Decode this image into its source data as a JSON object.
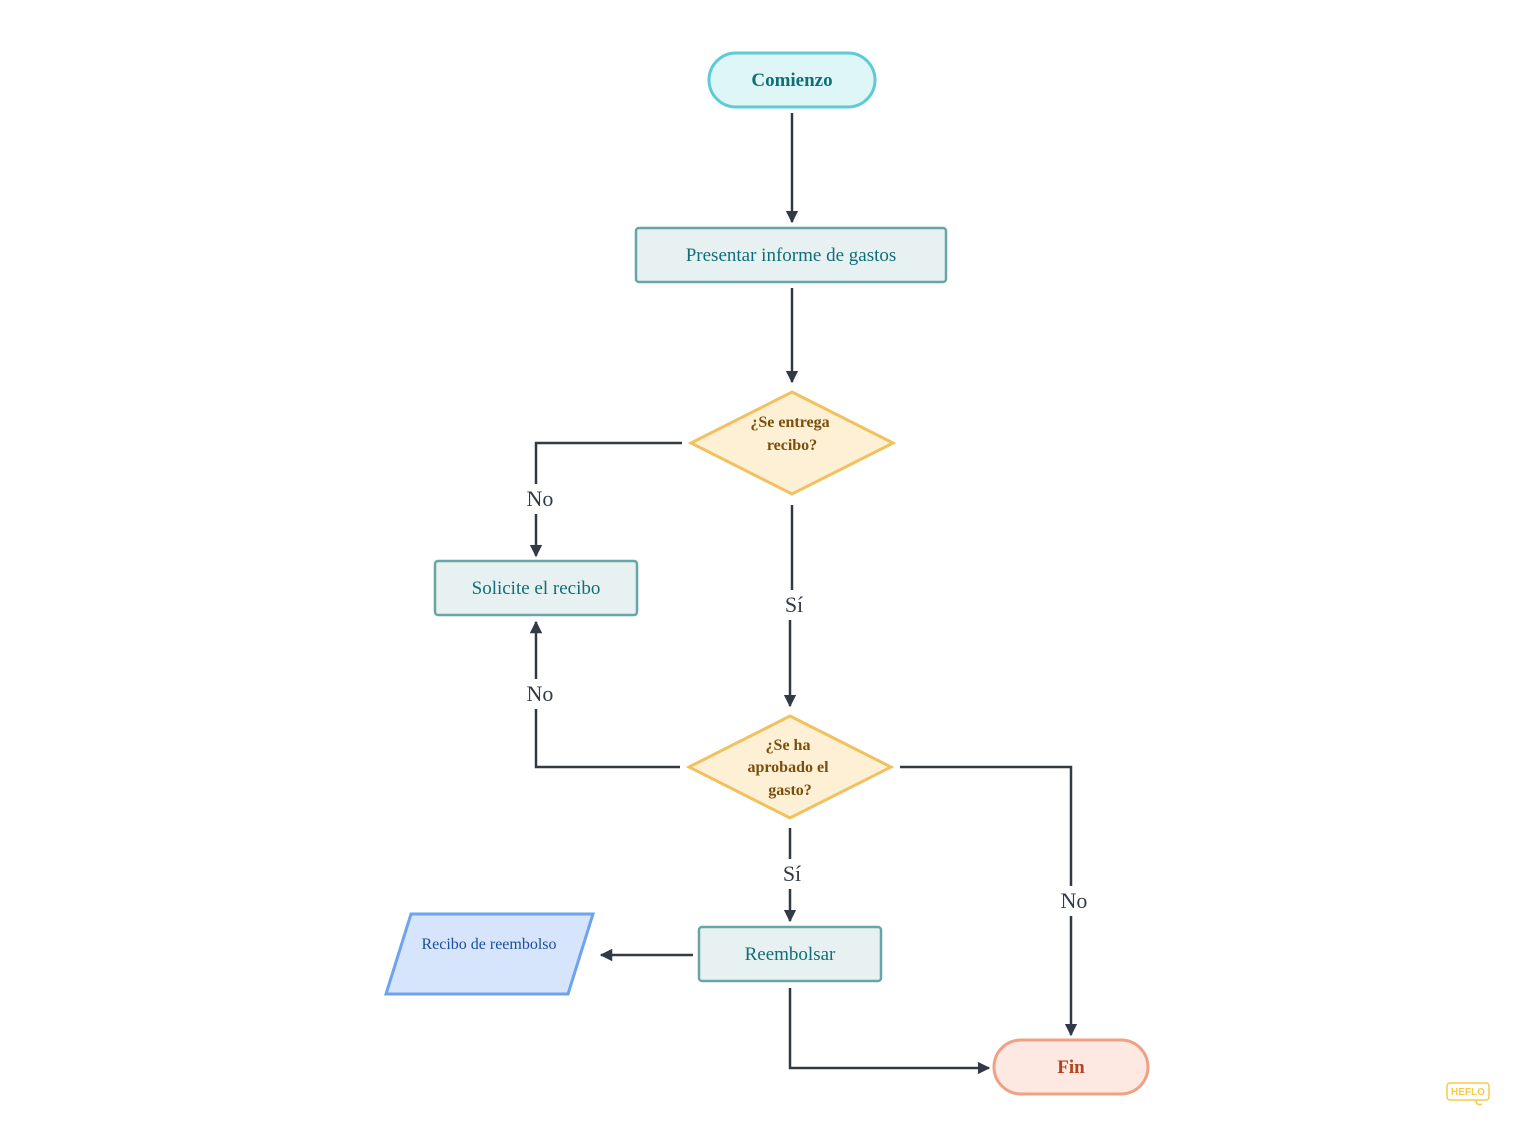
{
  "nodes": {
    "start": "Comienzo",
    "submit_report": "Presentar informe de gastos",
    "decision_receipt": [
      "¿Se entrega",
      "recibo?"
    ],
    "request_receipt": "Solicite el recibo",
    "decision_approved": [
      "¿Se ha",
      "aprobado el",
      "gasto?"
    ],
    "reimburse": "Reembolsar",
    "reimbursement_receipt": "Recibo de reembolso",
    "end": "Fin"
  },
  "edges": {
    "receipt_no": "No",
    "receipt_yes": "Sí",
    "approved_no_left": "No",
    "approved_yes": "Sí",
    "approved_no_right": "No"
  },
  "logo": "HEFLO",
  "colors": {
    "terminal_start_fill": "#dff6f7",
    "terminal_start_stroke": "#5ccbd3",
    "terminal_start_text": "#0f6e78",
    "process_fill": "#e8f1f1",
    "process_stroke": "#67a6a6",
    "process_text": "#0f6e78",
    "decision_fill": "#fdf0d5",
    "decision_stroke": "#f2c15f",
    "decision_text": "#7a4f0c",
    "io_fill": "#d6e5fb",
    "io_stroke": "#6ea3ee",
    "io_text": "#1d4f9e",
    "terminal_end_fill": "#fde8e2",
    "terminal_end_stroke": "#eea184",
    "terminal_end_text": "#b2431c",
    "edge": "#323a46",
    "logo": "#f7c948"
  }
}
